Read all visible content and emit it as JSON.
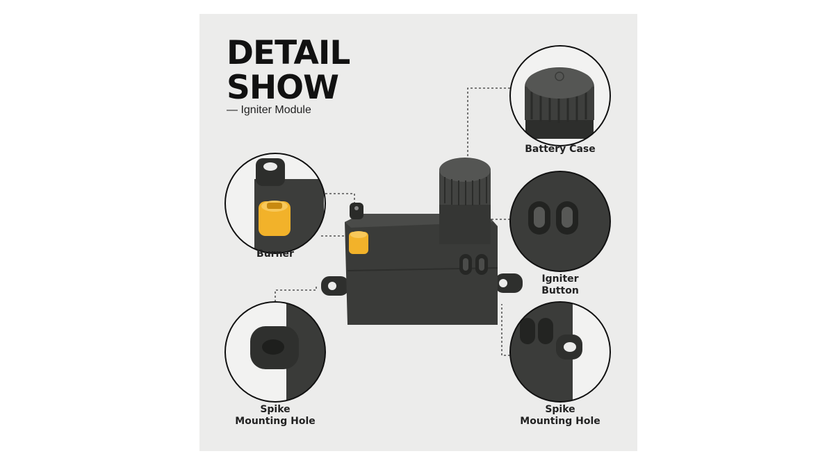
{
  "heading": {
    "line1": "DETAIL",
    "line2": "SHOW",
    "subtitle": "— Igniter Module"
  },
  "callouts": {
    "battery_case": "Battery Case",
    "burner": "Burner",
    "igniter_button": {
      "line1": "Igniter",
      "line2": "Button"
    },
    "spike_left": {
      "line1": "Spike",
      "line2": "Mounting Hole"
    },
    "spike_right": {
      "line1": "Spike",
      "line2": "Mounting Hole"
    }
  },
  "colors": {
    "panel": "#ececeb",
    "body": "#3e3f3d",
    "connector": "#f2b22a",
    "text": "#111111"
  }
}
